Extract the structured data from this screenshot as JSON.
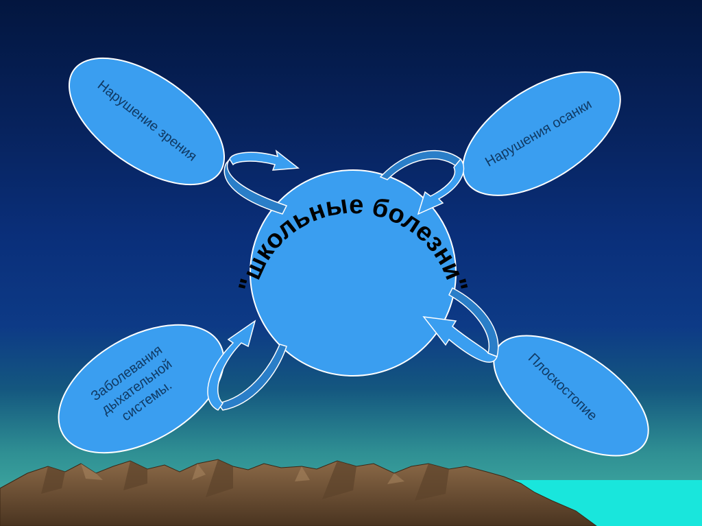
{
  "diagram": {
    "center": {
      "label": "\"школьные болезни\""
    },
    "nodes": [
      {
        "id": "vision",
        "label": "Нарушение зрения"
      },
      {
        "id": "posture",
        "label": "Нарушения осанки"
      },
      {
        "id": "respiratory",
        "lines": [
          "Заболевания",
          "дыхательной",
          "системы."
        ]
      },
      {
        "id": "flatfoot",
        "label": "Плоскостопие"
      }
    ]
  },
  "colors": {
    "ellipse_fill": "#3a9ef0",
    "ellipse_stroke": "#ffffff",
    "arrow_fill": "#3a9ef0",
    "arrow_dark": "#2a7ec8",
    "sea": "#19e6dc",
    "mountain": "#7a5a3c",
    "label_text": "#103a64",
    "center_text": "#000000"
  }
}
